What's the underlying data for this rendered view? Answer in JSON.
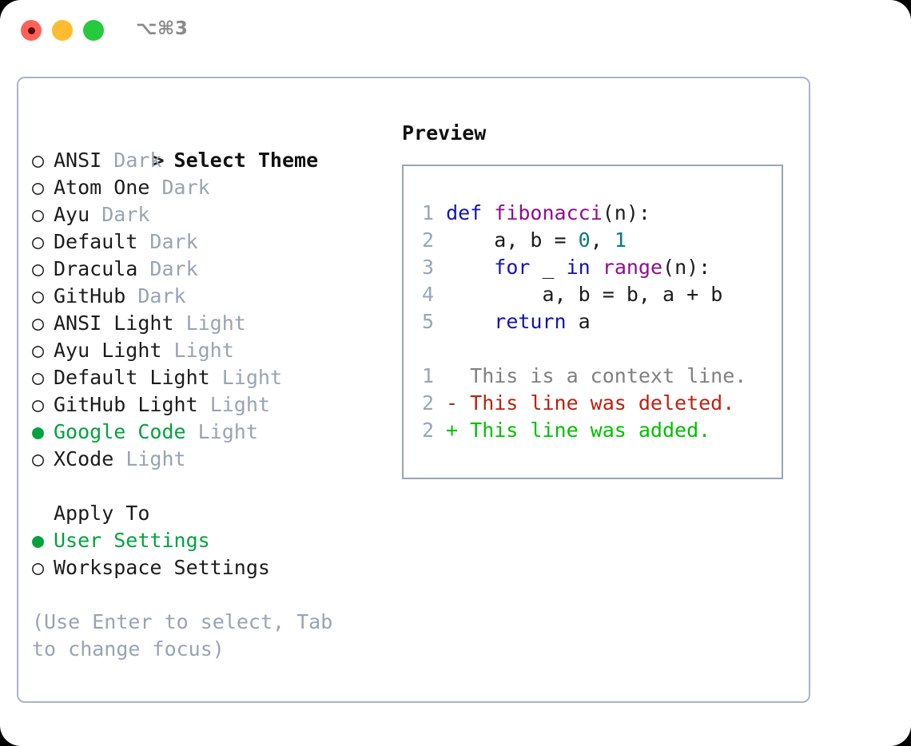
{
  "titlebar": {
    "buttons": [
      {
        "name": "close",
        "color": "#ff6259",
        "recording": true
      },
      {
        "name": "minimize",
        "color": "#febc2e",
        "recording": false
      },
      {
        "name": "maximize",
        "color": "#27c93f",
        "recording": false
      }
    ],
    "shortcut": "⌥⌘3"
  },
  "theme_picker": {
    "header": "Select Theme",
    "header_prefix": "> ",
    "marker_selected": "●",
    "marker_unselected": "○",
    "items": [
      {
        "name": "ANSI",
        "variant": "Dark",
        "selected": false
      },
      {
        "name": "Atom One",
        "variant": "Dark",
        "selected": false
      },
      {
        "name": "Ayu",
        "variant": "Dark",
        "selected": false
      },
      {
        "name": "Default",
        "variant": "Dark",
        "selected": false
      },
      {
        "name": "Dracula",
        "variant": "Dark",
        "selected": false
      },
      {
        "name": "GitHub",
        "variant": "Dark",
        "selected": false
      },
      {
        "name": "ANSI Light",
        "variant": "Light",
        "selected": false
      },
      {
        "name": "Ayu Light",
        "variant": "Light",
        "selected": false
      },
      {
        "name": "Default Light",
        "variant": "Light",
        "selected": false
      },
      {
        "name": "GitHub Light",
        "variant": "Light",
        "selected": false
      },
      {
        "name": "Google Code",
        "variant": "Light",
        "selected": true
      },
      {
        "name": "XCode",
        "variant": "Light",
        "selected": false
      }
    ]
  },
  "apply_to": {
    "header": "Apply To",
    "items": [
      {
        "name": "User Settings",
        "selected": true
      },
      {
        "name": "Workspace Settings",
        "selected": false
      }
    ]
  },
  "hint": "(Use Enter to select, Tab to change focus)",
  "preview": {
    "title": "Preview",
    "code_lines": [
      {
        "lno": "1",
        "tokens": [
          {
            "t": "def",
            "c": "kw"
          },
          {
            "t": " ",
            "c": "pl"
          },
          {
            "t": "fibonacci",
            "c": "fn"
          },
          {
            "t": "(n):",
            "c": "pl"
          }
        ]
      },
      {
        "lno": "2",
        "tokens": [
          {
            "t": "    a, b = ",
            "c": "pl"
          },
          {
            "t": "0",
            "c": "num"
          },
          {
            "t": ", ",
            "c": "pl"
          },
          {
            "t": "1",
            "c": "num"
          }
        ]
      },
      {
        "lno": "3",
        "tokens": [
          {
            "t": "    ",
            "c": "pl"
          },
          {
            "t": "for",
            "c": "kw"
          },
          {
            "t": " _ ",
            "c": "pl"
          },
          {
            "t": "in",
            "c": "kw"
          },
          {
            "t": " ",
            "c": "pl"
          },
          {
            "t": "range",
            "c": "fn"
          },
          {
            "t": "(n):",
            "c": "pl"
          }
        ]
      },
      {
        "lno": "4",
        "tokens": [
          {
            "t": "        a, b = b, a + b",
            "c": "pl"
          }
        ]
      },
      {
        "lno": "5",
        "tokens": [
          {
            "t": "    ",
            "c": "pl"
          },
          {
            "t": "return",
            "c": "kw"
          },
          {
            "t": " a",
            "c": "pl"
          }
        ]
      }
    ],
    "diff_lines": [
      {
        "lno": "1",
        "text": "  This is a context line.",
        "kind": "ctx"
      },
      {
        "lno": "2",
        "text": "- This line was deleted.",
        "kind": "del"
      },
      {
        "lno": "2",
        "text": "+ This line was added.",
        "kind": "add"
      }
    ]
  },
  "colors": {
    "accent_green": "#00a33f",
    "muted": "#9aa3b2",
    "panel_border": "#aab4c6",
    "preview_border": "#9aa5b5",
    "keyword": "#1414b0",
    "function": "#8f0e8f",
    "number": "#0b7a7a",
    "diff_context": "#808080",
    "diff_deleted": "#bb2211",
    "diff_added": "#00c000",
    "linenumber": "#9aa5b8"
  }
}
